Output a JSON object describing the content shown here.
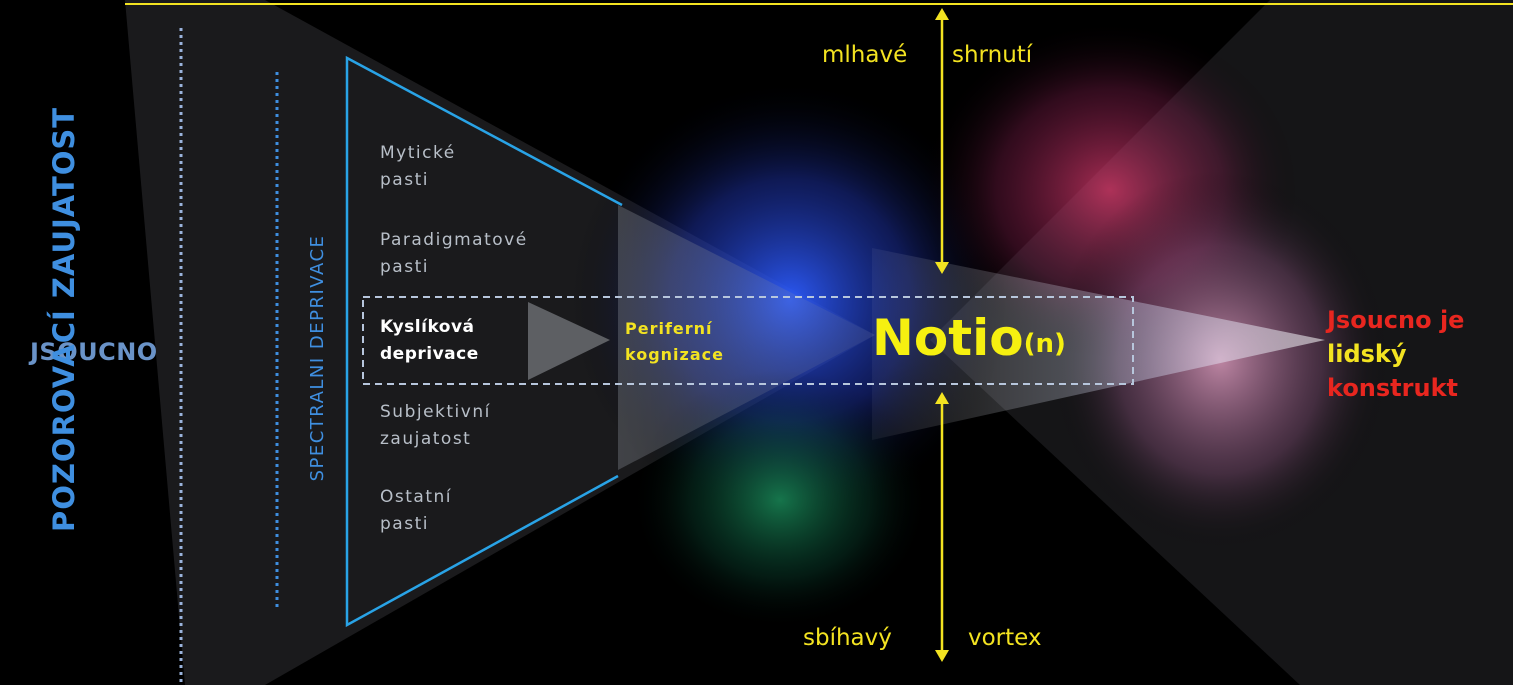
{
  "left_label": "JSOUCNO",
  "vertical_main": "POZOROVACÍ ZAUJATOST",
  "vertical_sub": "SPECTRALNI DEPRIVACE",
  "traps": [
    {
      "line1": "Mytické",
      "line2": "pasti"
    },
    {
      "line1": "Paradigmatové",
      "line2": "pasti"
    },
    {
      "line1": "Kyslíková",
      "line2": "deprivace"
    },
    {
      "line1": "Subjektivní",
      "line2": "zaujatost"
    },
    {
      "line1": "Ostatní",
      "line2": "pasti"
    }
  ],
  "peripheral": {
    "line1": "Periferní",
    "line2": "kognizace"
  },
  "notio": {
    "base": "Notio",
    "sup": "(n)"
  },
  "top_label": {
    "left": "mlhavé",
    "right": "shrnutí"
  },
  "bottom_label": {
    "left": "sbíhavý",
    "right": "vortex"
  },
  "conclusion": {
    "line1": "Jsoucno je",
    "line2": "lidský",
    "line3": "konstrukt"
  },
  "colors": {
    "accent_blue": "#3f8fe0",
    "frame_blue": "#29a3e6",
    "yellow": "#f3e321",
    "red": "#e8261f",
    "dark_panel": "#1d1d1f"
  }
}
